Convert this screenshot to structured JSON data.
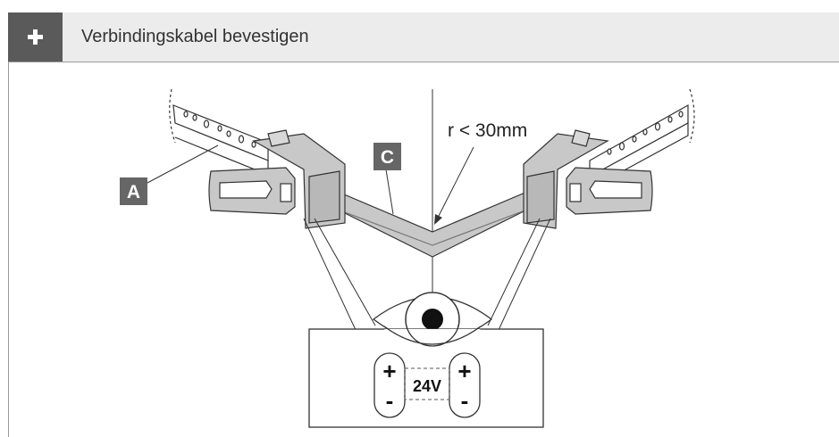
{
  "header": {
    "title": "Verbindingskabel bevestigen",
    "icon": "plus-icon"
  },
  "callouts": {
    "a": "A",
    "c": "C"
  },
  "annotation": {
    "radius": "r < 30mm"
  },
  "detail": {
    "voltage": "24V",
    "plus": "+",
    "minus": "-"
  },
  "colors": {
    "header_dark": "#5a5a5a",
    "header_light": "#ececec",
    "part_fill": "#c8c8c8",
    "callout_fill": "#666666"
  }
}
